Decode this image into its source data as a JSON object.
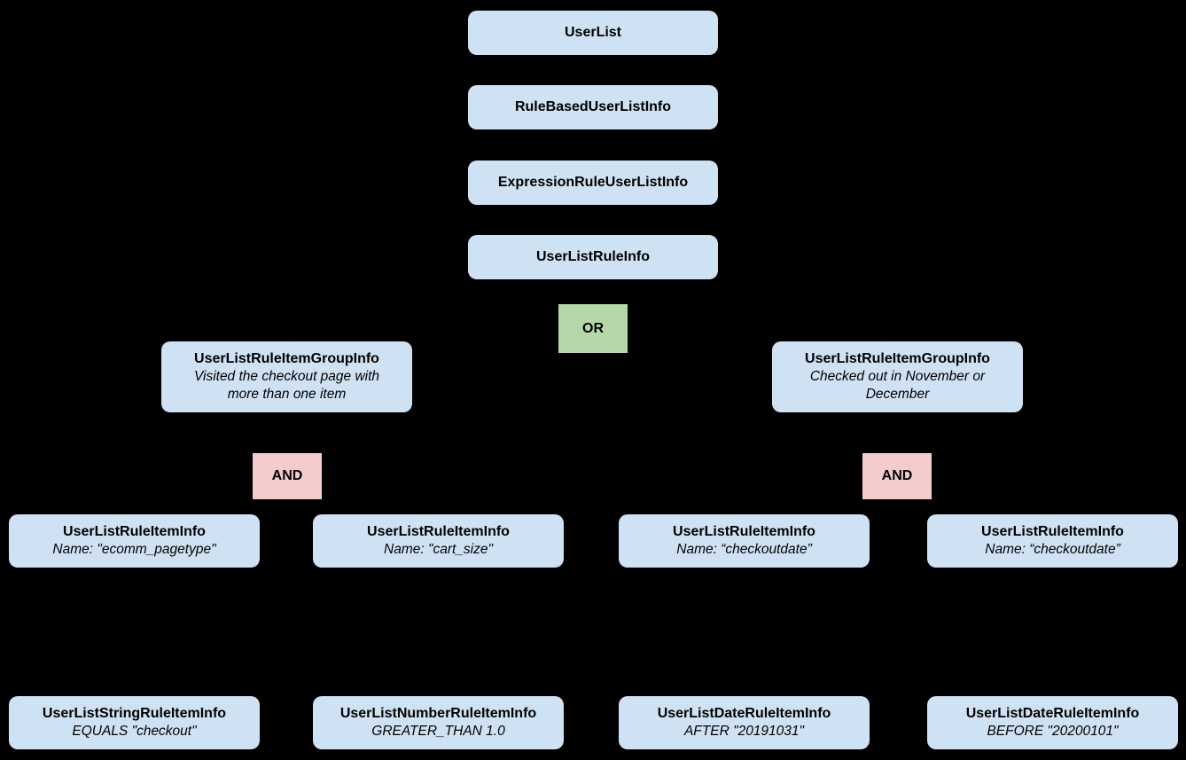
{
  "diagram": {
    "background_color": "#000000",
    "node_fill_color": "#cfe2f3",
    "or_fill_color": "#b6d7a8",
    "and_fill_color": "#f4cccc",
    "text_color": "#000000",
    "chain": [
      {
        "label": "UserList"
      },
      {
        "label": "RuleBasedUserListInfo"
      },
      {
        "label": "ExpressionRuleUserListInfo"
      },
      {
        "label": "UserListRuleInfo"
      }
    ],
    "or_operator": {
      "label": "OR"
    },
    "and_operators": [
      {
        "label": "AND"
      },
      {
        "label": "AND"
      }
    ],
    "groups": [
      {
        "title": "UserListRuleItemGroupInfo",
        "description": "Visited the checkout page with\nmore than one item"
      },
      {
        "title": "UserListRuleItemGroupInfo",
        "description": "Checked out in November or\nDecember"
      }
    ],
    "rule_items": [
      {
        "title": "UserListRuleItemInfo",
        "subtitle": "Name: \"ecomm_pagetype\""
      },
      {
        "title": "UserListRuleItemInfo",
        "subtitle": "Name: \"cart_size\""
      },
      {
        "title": "UserListRuleItemInfo",
        "subtitle": "Name: “checkoutdate”"
      },
      {
        "title": "UserListRuleItemInfo",
        "subtitle": "Name: “checkoutdate”"
      }
    ],
    "operands": [
      {
        "title": "UserListStringRuleItemInfo",
        "subtitle": "EQUALS \"checkout\""
      },
      {
        "title": "UserListNumberRuleItemInfo",
        "subtitle": "GREATER_THAN 1.0"
      },
      {
        "title": "UserListDateRuleItemInfo",
        "subtitle": "AFTER \"20191031\""
      },
      {
        "title": "UserListDateRuleItemInfo",
        "subtitle": "BEFORE \"20200101\""
      }
    ]
  }
}
